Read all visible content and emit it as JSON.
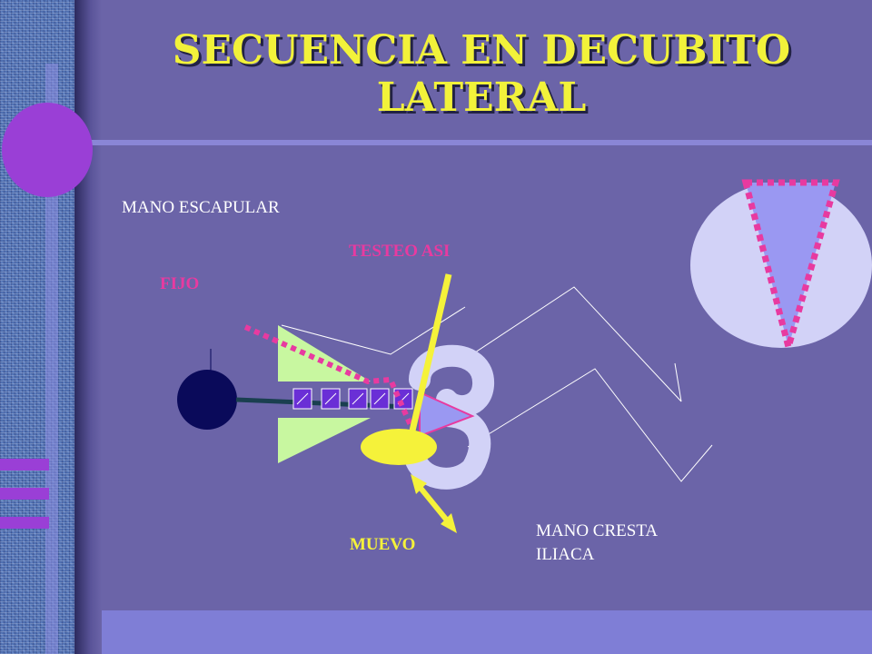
{
  "slide": {
    "title_line1": "SECUENCIA EN DECUBITO",
    "title_line2": "LATERAL"
  },
  "labels": {
    "mano_escapular": "MANO ESCAPULAR",
    "testeo_asi": "TESTEO ASI",
    "fijo": "FIJO",
    "muevo": "MUEVO",
    "mano_cresta_line1": "MANO CRESTA",
    "mano_cresta_line2": "ILIACA"
  },
  "colors": {
    "background": "#6b64a8",
    "title": "#f2f23a",
    "magenta": "#e83aa0",
    "yellow": "#f5f23a",
    "navy": "#0a0a5a",
    "light_green": "#c8f7a0",
    "lavender": "#d2d2f7",
    "periwinkle": "#9a98f2",
    "label_white": "#ffffff"
  }
}
